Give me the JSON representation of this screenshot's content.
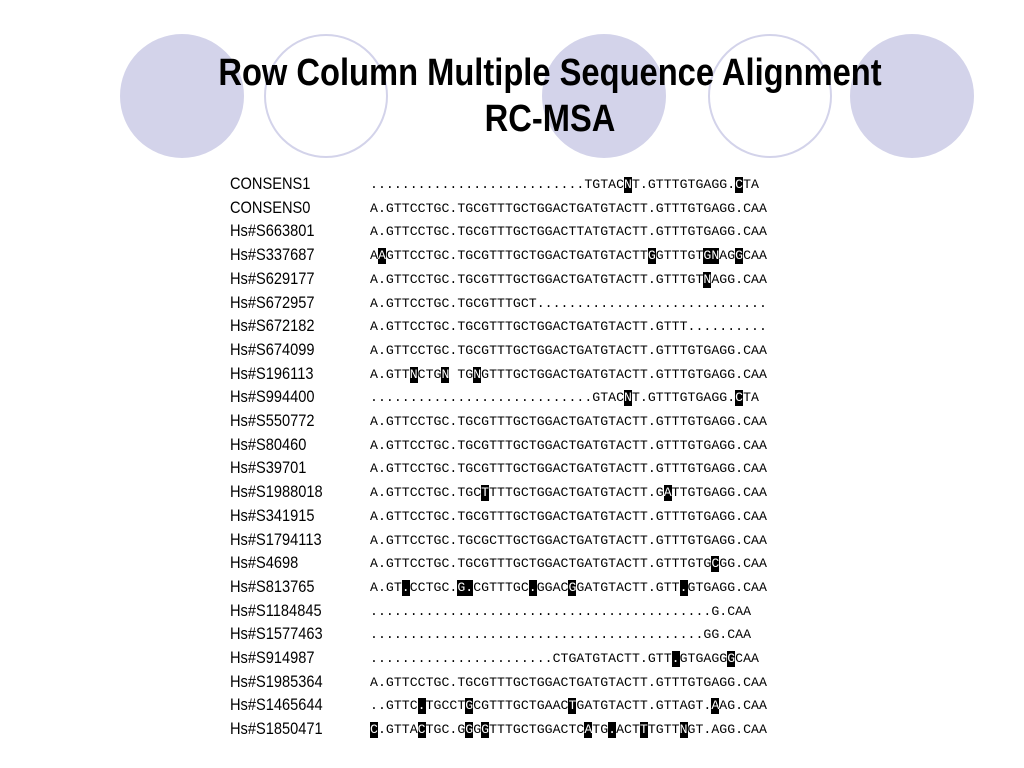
{
  "slide": {
    "title_line1": "Row Column Multiple Sequence Alignment",
    "title_line2": "RC-MSA",
    "accent_color": "#d3d3ea"
  },
  "alignment": [
    {
      "label": "CONSENS1",
      "seq": "...........................TGTACNT.GTTTGTGAGG.CTA",
      "hl": [
        32,
        46
      ]
    },
    {
      "label": "CONSENS0",
      "seq": "A.GTTCCTGC.TGCGTTTGCTGGACTGATGTACTT.GTTTGTGAGG.CAA",
      "hl": []
    },
    {
      "label": "Hs#S663801",
      "seq": "A.GTTCCTGC.TGCGTTTGCTGGACTTATGTACTT.GTTTGTGAGG.CAA",
      "hl": []
    },
    {
      "label": "Hs#S337687",
      "seq": "AAGTTCCTGC.TGCGTTTGCTGGACTGATGTACTTGGTTTGTGNAGGCAA",
      "hl": [
        1,
        35,
        42,
        43,
        46
      ]
    },
    {
      "label": "Hs#S629177",
      "seq": "A.GTTCCTGC.TGCGTTTGCTGGACTGATGTACTT.GTTTGTNAGG.CAA",
      "hl": [
        42
      ]
    },
    {
      "label": "Hs#S672957",
      "seq": "A.GTTCCTGC.TGCGTTTGCT.............................",
      "hl": []
    },
    {
      "label": "Hs#S672182",
      "seq": "A.GTTCCTGC.TGCGTTTGCTGGACTGATGTACTT.GTTT..........",
      "hl": []
    },
    {
      "label": "Hs#S674099",
      "seq": "A.GTTCCTGC.TGCGTTTGCTGGACTGATGTACTT.GTTTGTGAGG.CAA",
      "hl": []
    },
    {
      "label": "Hs#S196113",
      "seq": "A.GTTNCTGN TGNGTTTGCTGGACTGATGTACTT.GTTTGTGAGG.CAA",
      "hl": [
        5,
        9,
        13
      ]
    },
    {
      "label": "Hs#S994400",
      "seq": "............................GTACNT.GTTTGTGAGG.CTA",
      "hl": [
        32,
        46
      ]
    },
    {
      "label": "Hs#S550772",
      "seq": "A.GTTCCTGC.TGCGTTTGCTGGACTGATGTACTT.GTTTGTGAGG.CAA",
      "hl": []
    },
    {
      "label": "Hs#S80460",
      "seq": "A.GTTCCTGC.TGCGTTTGCTGGACTGATGTACTT.GTTTGTGAGG.CAA",
      "hl": []
    },
    {
      "label": "Hs#S39701",
      "seq": "A.GTTCCTGC.TGCGTTTGCTGGACTGATGTACTT.GTTTGTGAGG.CAA",
      "hl": []
    },
    {
      "label": "Hs#S1988018",
      "seq": "A.GTTCCTGC.TGCTTTTGCTGGACTGATGTACTT.GATTGTGAGG.CAA",
      "hl": [
        14,
        37
      ]
    },
    {
      "label": "Hs#S341915",
      "seq": "A.GTTCCTGC.TGCGTTTGCTGGACTGATGTACTT.GTTTGTGAGG.CAA",
      "hl": []
    },
    {
      "label": "Hs#S1794113",
      "seq": "A.GTTCCTGC.TGCGCTTGCTGGACTGATGTACTT.GTTTGTGAGG.CAA",
      "hl": []
    },
    {
      "label": "Hs#S4698",
      "seq": "A.GTTCCTGC.TGCGTTTGCTGGACTGATGTACTT.GTTTGTGCGG.CAA",
      "hl": [
        43
      ]
    },
    {
      "label": "Hs#S813765",
      "seq": "A.GT.CCTGC.G.CGTTTGC.GGACGGATGTACTT.GTT.GTGAGG.CAA",
      "hl": [
        4,
        11,
        12,
        20,
        25,
        39
      ]
    },
    {
      "label": "Hs#S1184845",
      "seq": "...........................................G.CAA",
      "hl": []
    },
    {
      "label": "Hs#S1577463",
      "seq": "..........................................GG.CAA",
      "hl": []
    },
    {
      "label": "Hs#S914987",
      "seq": ".......................CTGATGTACTT.GTT.GTGAGGGCAA",
      "hl": [
        38,
        45
      ]
    },
    {
      "label": "Hs#S1985364",
      "seq": "A.GTTCCTGC.TGCGTTTGCTGGACTGATGTACTT.GTTTGTGAGG.CAA",
      "hl": []
    },
    {
      "label": "Hs#S1465644",
      "seq": "..GTTC.TGCCTGCGTTTGCTGAACTGATGTACTT.GTTAGT.AAG.CAA",
      "hl": [
        6,
        12,
        25,
        43
      ]
    },
    {
      "label": "Hs#S1850471",
      "seq": "C.GTTACTGC.GGGGTTTGCTGGACTCATG.ACTTTGTTNGT.AGG.CAA",
      "hl": [
        0,
        6,
        12,
        14,
        27,
        30,
        34,
        39
      ]
    }
  ]
}
